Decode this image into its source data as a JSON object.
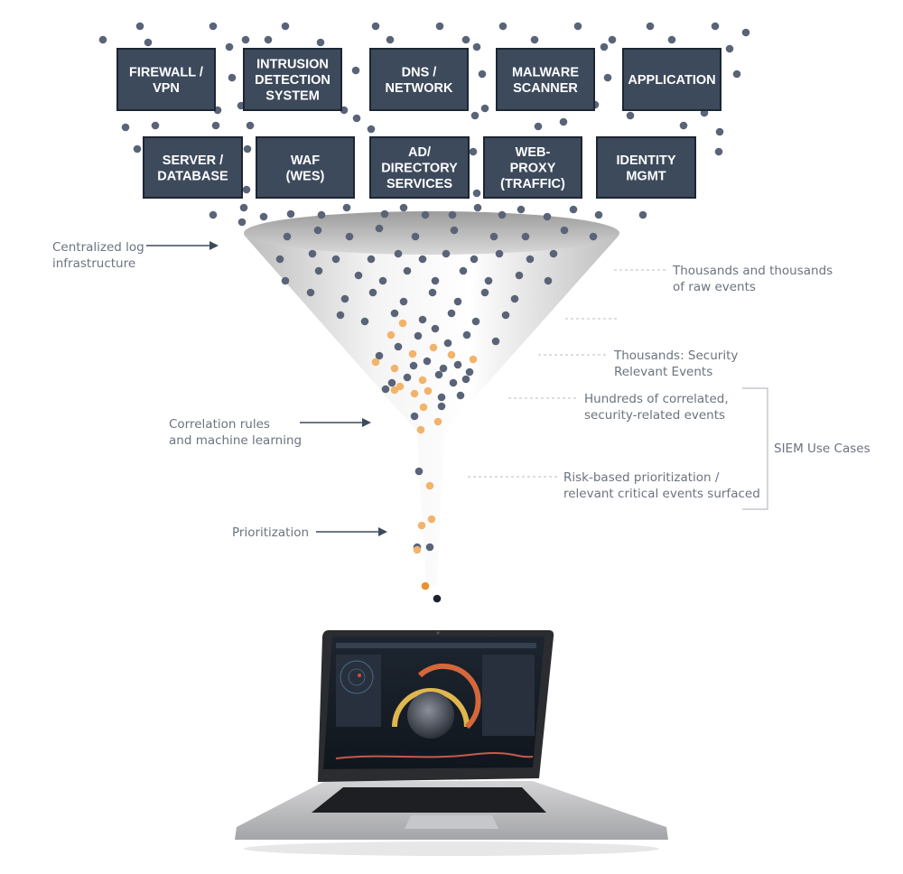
{
  "sources": [
    {
      "id": "firewall",
      "label": "FIREWALL /\nVPN"
    },
    {
      "id": "ids",
      "label": "INTRUSION\nDETECTION\nSYSTEM"
    },
    {
      "id": "dns",
      "label": "DNS /\nNETWORK"
    },
    {
      "id": "malware",
      "label": "MALWARE\nSCANNER"
    },
    {
      "id": "application",
      "label": "APPLICATION"
    },
    {
      "id": "server",
      "label": "SERVER /\nDATABASE"
    },
    {
      "id": "waf",
      "label": "WAF\n(WES)"
    },
    {
      "id": "ad",
      "label": "AD/\nDIRECTORY\nSERVICES"
    },
    {
      "id": "webproxy",
      "label": "WEB-\nPROXY\n(TRAFFIC)"
    },
    {
      "id": "identity",
      "label": "IDENTITY\nMGMT"
    }
  ],
  "left_labels": {
    "centralized": "Centralized log\ninfrastructure",
    "correlation": "Correlation rules\nand machine learning",
    "prioritization": "Prioritization"
  },
  "right_labels": {
    "raw": "Thousands and thousands\nof raw events",
    "security": "Thousands: Security\nRelevant Events",
    "correlated": "Hundreds of correlated,\nsecurity-related events",
    "risk": "Risk-based prioritization /\nrelevant critical events surfaced",
    "siem": "SIEM Use Cases"
  },
  "colors": {
    "box_fill": "#3d4a5c",
    "event_dot": "#5a6478",
    "highlight_dot": "#f2b36b",
    "critical_dot": "#e8912f"
  }
}
